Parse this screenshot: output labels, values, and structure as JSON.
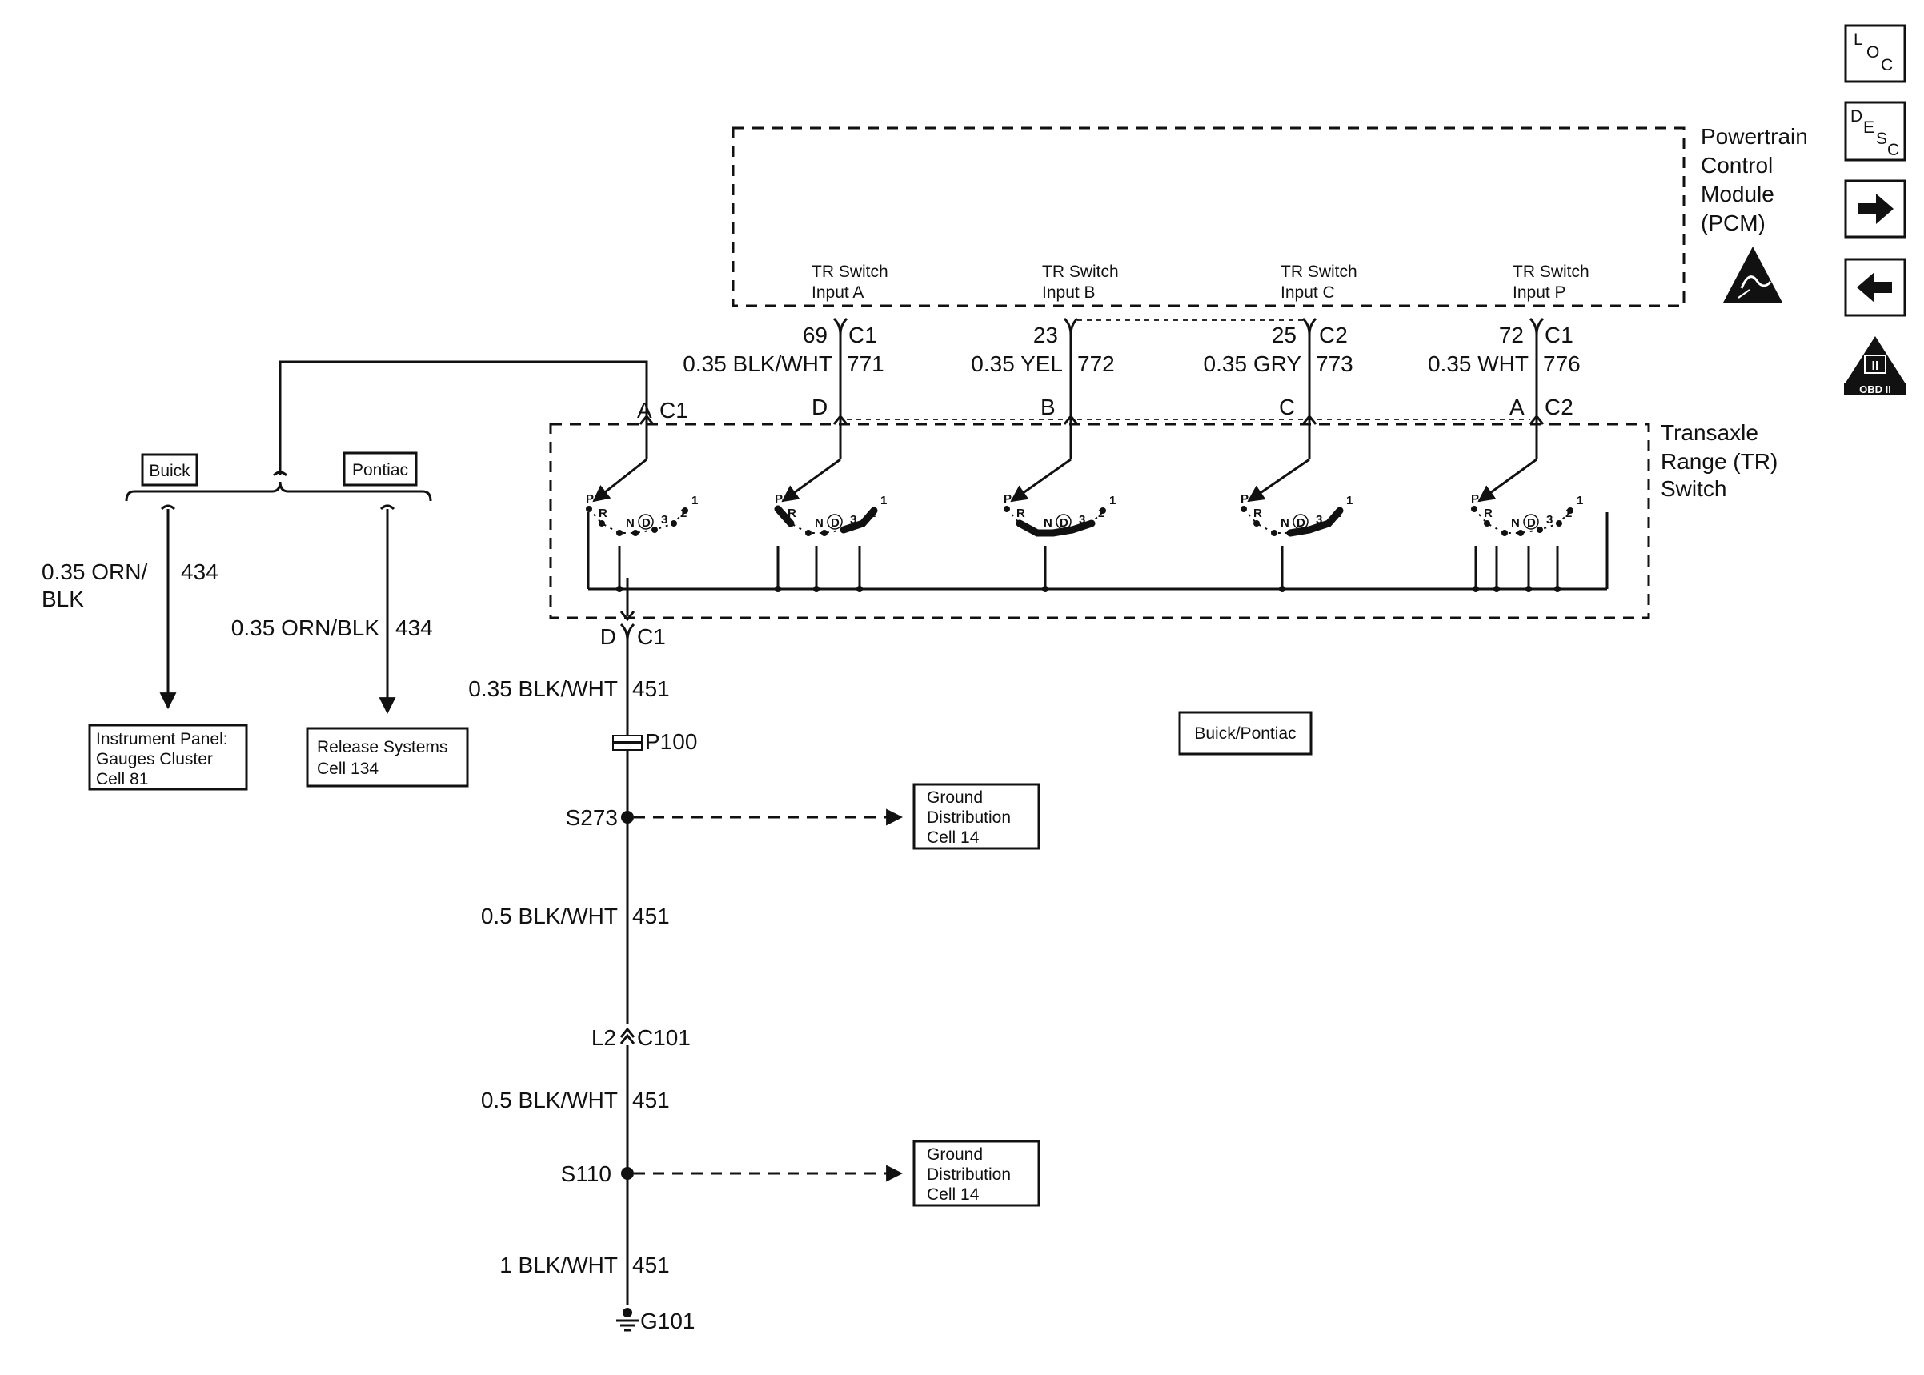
{
  "pcm": {
    "title_lines": [
      "Powertrain",
      "Control",
      "Module",
      "(PCM)"
    ],
    "inputs": [
      {
        "lines": [
          "TR Switch",
          "Input A"
        ]
      },
      {
        "lines": [
          "TR Switch",
          "Input B"
        ]
      },
      {
        "lines": [
          "TR Switch",
          "Input C"
        ]
      },
      {
        "lines": [
          "TR Switch",
          "Input P"
        ]
      }
    ]
  },
  "pcm_connectors": [
    {
      "pin": "69",
      "conn": "C1",
      "wire": "0.35 BLK/WHT",
      "circuit": "771"
    },
    {
      "pin": "23",
      "conn": "",
      "wire": "0.35 YEL",
      "circuit": "772"
    },
    {
      "pin": "25",
      "conn": "C2",
      "wire": "0.35 GRY",
      "circuit": "773"
    },
    {
      "pin": "72",
      "conn": "C1",
      "wire": "0.35 WHT",
      "circuit": "776"
    }
  ],
  "tr_switch": {
    "title_lines": [
      "Transaxle",
      "Range (TR)",
      "Switch"
    ],
    "top_pins": [
      {
        "pin": "A",
        "conn": "C1"
      },
      {
        "pin": "D",
        "conn": ""
      },
      {
        "pin": "B",
        "conn": ""
      },
      {
        "pin": "C",
        "conn": ""
      },
      {
        "pin": "A",
        "conn": "C2"
      }
    ],
    "positions": [
      "P",
      "R",
      "N",
      "D",
      "3",
      "2",
      "1"
    ],
    "bottom_pin": {
      "pin": "D",
      "conn": "C1"
    }
  },
  "left_branch": {
    "buick": "Buick",
    "pontiac": "Pontiac",
    "buick_wire_lines": [
      "0.35 ORN/",
      "BLK"
    ],
    "buick_circuit": "434",
    "pontiac_wire": "0.35 ORN/BLK",
    "pontiac_circuit": "434",
    "ip_ref_lines": [
      "Instrument Panel:",
      "Gauges Cluster",
      "Cell 81"
    ],
    "release_ref_lines": [
      "Release Systems",
      "Cell 134"
    ]
  },
  "ground_path": {
    "seg1_wire": "0.35 BLK/WHT",
    "seg1_circuit": "451",
    "passthrough": "P100",
    "splice1": "S273",
    "seg2_wire": "0.5 BLK/WHT",
    "seg2_circuit": "451",
    "inline_pin": "L2",
    "inline_conn": "C101",
    "seg3_wire": "0.5 BLK/WHT",
    "seg3_circuit": "451",
    "splice2": "S110",
    "seg4_wire": "1 BLK/WHT",
    "seg4_circuit": "451",
    "ground": "G101",
    "ground_ref_lines": [
      "Ground",
      "Distribution",
      "Cell 14"
    ]
  },
  "option_note": "Buick/Pontiac",
  "side_nav": {
    "loc": [
      "L",
      "O",
      "C"
    ],
    "desc": [
      "D",
      "E",
      "S",
      "C"
    ],
    "obd_label": "OBD II",
    "obd_roman": "II"
  }
}
